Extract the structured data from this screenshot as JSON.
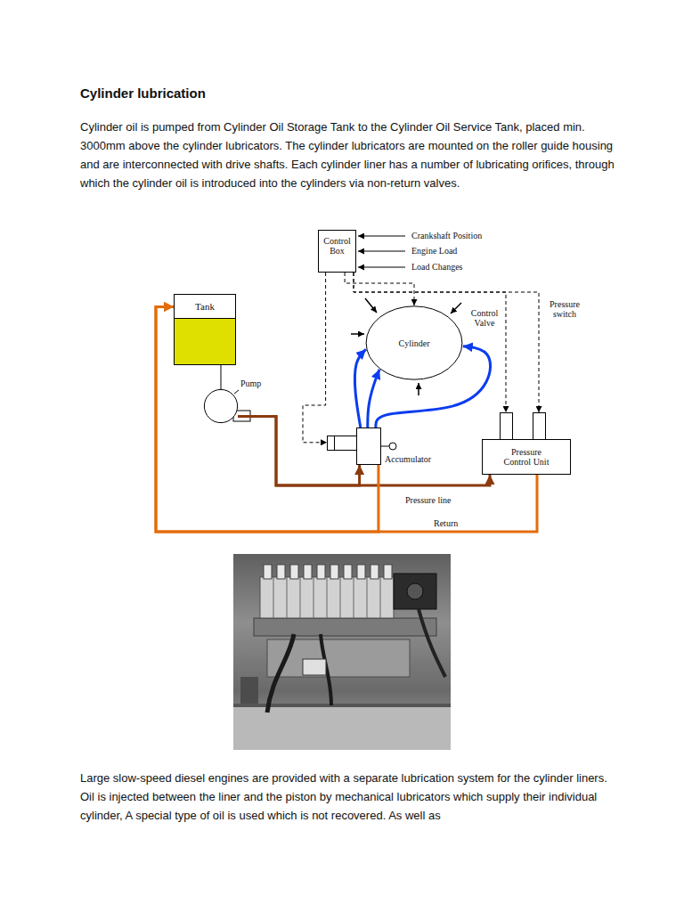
{
  "diagram": {
    "title": "Cylinder lubrication",
    "nodes": [
      {
        "text": [
          "Control Box"
        ]
      },
      {
        "text": [
          "Tank"
        ]
      },
      {
        "text": [
          "Cylinder"
        ]
      },
      {
        "text": [
          "Pump"
        ]
      },
      {
        "text": [
          "Accumulator"
        ]
      },
      {
        "text": [
          "Pressure Control Unit"
        ]
      }
    ],
    "edges": [
      {
        "from": 0,
        "to": 2,
        "arrow": "to"
      },
      {
        "from": 0,
        "to": 4,
        "arrow": "to"
      },
      {
        "from": 0,
        "to": 5,
        "arrow": "to"
      },
      {
        "from": 0,
        "to": 5,
        "arrow": "to"
      },
      {
        "from": 1,
        "to": 3,
        "arrow": "none"
      },
      {
        "from": 3,
        "to": 4,
        "arrow": "to"
      },
      {
        "from": 3,
        "to": 5,
        "arrow": "to"
      },
      {
        "from": 4,
        "to": 2,
        "arrow": "to"
      },
      {
        "from": 4,
        "to": 2,
        "arrow": "to"
      },
      {
        "from": 4,
        "to": 2,
        "arrow": "to"
      },
      {
        "from": 5,
        "to": 1,
        "arrow": "to"
      },
      {
        "from": 4,
        "to": 1,
        "arrow": "to"
      }
    ],
    "labels": [
      "Cylinder oil is pumped from Cylinder Oil Storage Tank to the Cylinder Oil Service Tank, placed min. 3000mm above the cylinder lubricators. The cylinder lubricators are mounted on the roller guide housing and are interconnected with drive shafts. Each cylinder liner has a number of lubricating orifices, through which the cylinder oil is introduced into the cylinders via non-return valves.",
      "Crankshaft Position",
      "Engine Load",
      "Load Changes",
      "Control Valve",
      "Pressure switch",
      "Pressure line",
      "Return",
      "Large slow-speed diesel engines are provided with a separate lubrication system for the cylinder liners. Oil is injected between the liner and the piston by mechanical lubricators which supply their individual cylinder, A special type of oil is used which is not recovered. As well as"
    ]
  }
}
